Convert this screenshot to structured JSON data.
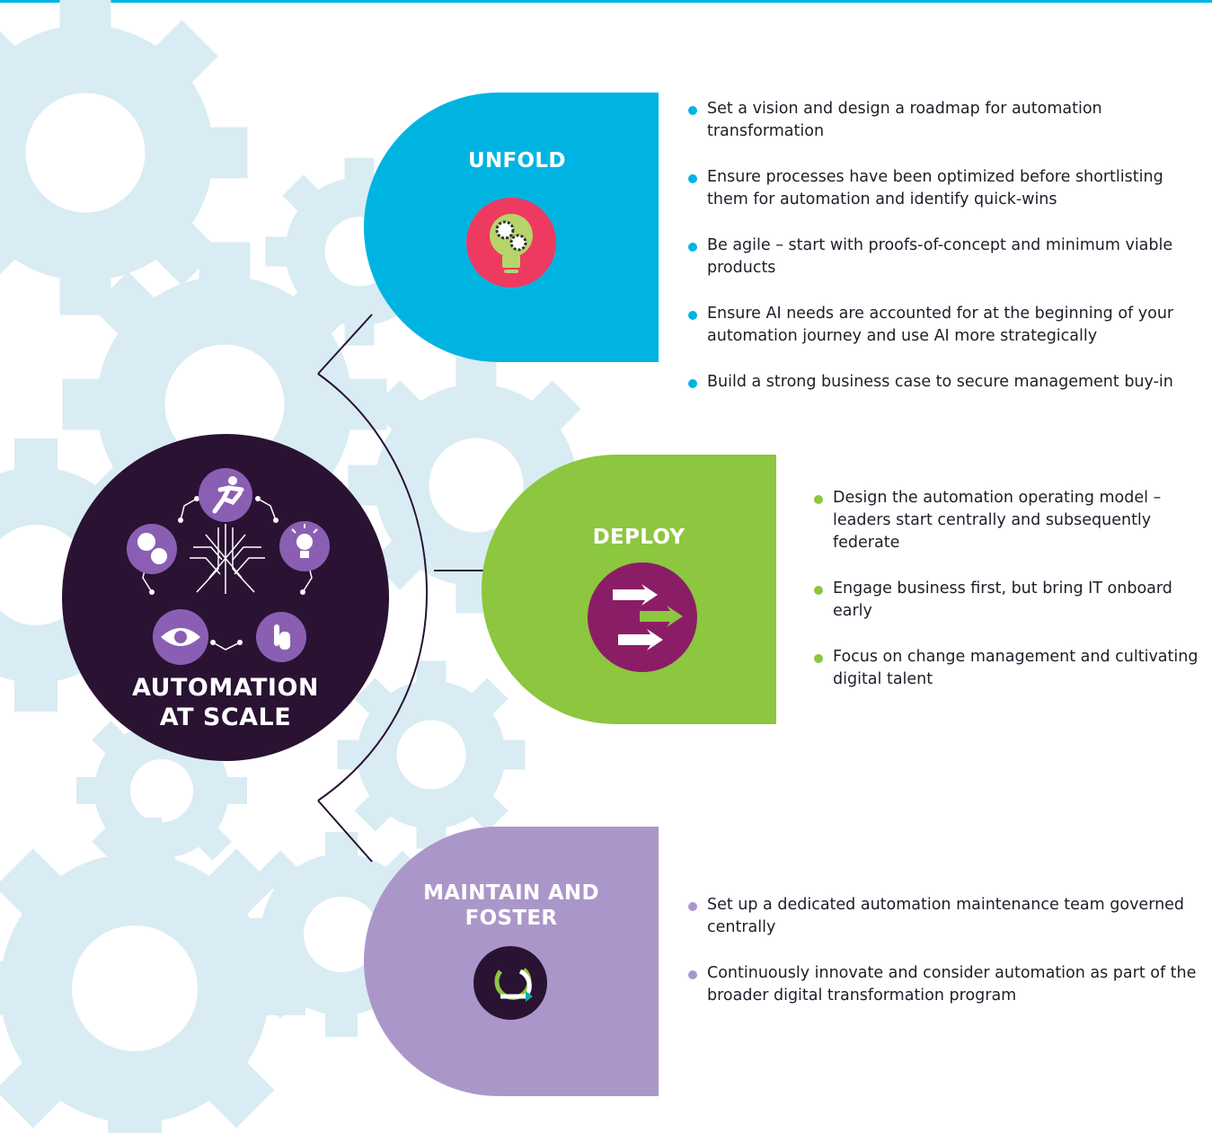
{
  "center": {
    "title_line1": "AUTOMATION",
    "title_line2": "AT SCALE"
  },
  "colors": {
    "unfold": "#00b4e1",
    "deploy": "#8dc63f",
    "maintain": "#ab96c9",
    "center": "#2a1233",
    "gear_background": "#d9ecf3",
    "connector_line": "#2a1233"
  },
  "stages": [
    {
      "title_lines": [
        "UNFOLD"
      ],
      "icon": "lightbulb-gears-icon",
      "bullets": [
        "Set a vision and design a roadmap for automation transformation",
        "Ensure processes have been optimized before shortlisting them for automation and identify quick-wins",
        "Be agile – start with proofs-of-concept and minimum viable products",
        "Ensure AI needs are accounted for at the beginning of your automation journey and use AI more strategically",
        "Build a strong business case to secure management buy-in"
      ]
    },
    {
      "title_lines": [
        "DEPLOY"
      ],
      "icon": "arrows-icon",
      "bullets": [
        "Design the automation operating model – leaders start centrally and subsequently federate",
        "Engage business first, but bring IT onboard early",
        "Focus on change management and cultivating digital talent"
      ]
    },
    {
      "title_lines": [
        "MAINTAIN AND",
        "FOSTER"
      ],
      "icon": "cycle-icon",
      "bullets": [
        "Set up a dedicated automation maintenance team governed centrally",
        "Continuously innovate and consider automation as part of the broader digital transformation program"
      ]
    }
  ],
  "center_icons": [
    "runner-icon",
    "lightbulb-icon",
    "touch-hand-icon",
    "eye-icon",
    "speech-bubbles-icon",
    "circuit-icon"
  ]
}
